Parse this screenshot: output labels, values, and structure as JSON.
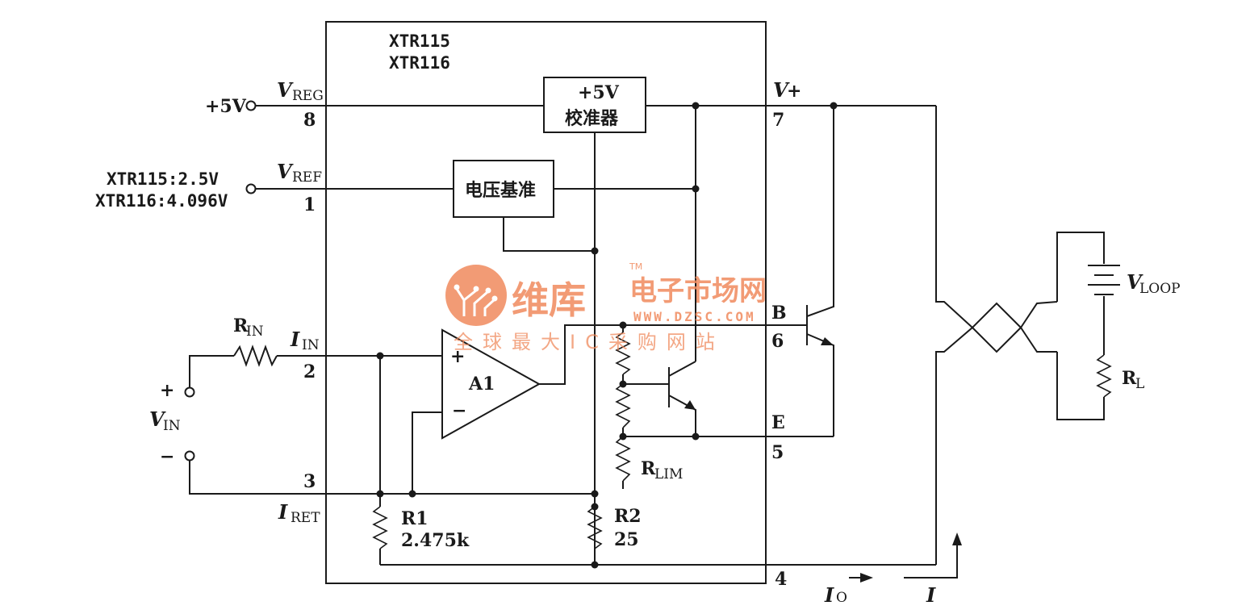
{
  "chip": {
    "name1": "XTR115",
    "name2": "XTR116"
  },
  "supply": {
    "label": "+5V"
  },
  "vref_out": {
    "line1": "XTR115:2.5V",
    "line2": "XTR116:4.096V"
  },
  "pins": {
    "vreg": {
      "main": "V",
      "sub": "REG",
      "num": "8"
    },
    "vref": {
      "main": "V",
      "sub": "REF",
      "num": "1"
    },
    "iin": {
      "main": "I",
      "sub": "IN",
      "num": "2"
    },
    "iret": {
      "main": "I",
      "sub": "RET",
      "num": "3"
    },
    "vplus": {
      "main": "V",
      "suffix": "+",
      "num": "7"
    },
    "b": {
      "letter": "B",
      "num": "6"
    },
    "e": {
      "letter": "E",
      "num": "5"
    },
    "gnd": {
      "num": "4"
    }
  },
  "blocks": {
    "regulator": {
      "line1": "+5V",
      "line2": "校准器"
    },
    "reference": {
      "label": "电压基准"
    },
    "amp": {
      "label": "A1",
      "plus": "+",
      "minus": "−"
    }
  },
  "components": {
    "rin": {
      "main": "R",
      "sub": "IN"
    },
    "vin": {
      "main": "V",
      "sub": "IN",
      "plus": "+",
      "minus": "−"
    },
    "r1": {
      "name": "R1",
      "value": "2.475k"
    },
    "r2": {
      "name": "R2",
      "value": "25"
    },
    "rlim": {
      "main": "R",
      "sub": "LIM"
    },
    "vloop": {
      "main": "V",
      "sub": "LOOP"
    },
    "rl": {
      "main": "R",
      "sub": "L"
    }
  },
  "currents": {
    "io": {
      "main": "I",
      "sub": "O"
    },
    "i": {
      "main": "I"
    }
  },
  "watermark": {
    "brand1": "维库",
    "brand2": "电子市场网",
    "tm": "TM",
    "url": "WWW.DZSC.COM",
    "slogan": "全球最大IC采购网站"
  }
}
